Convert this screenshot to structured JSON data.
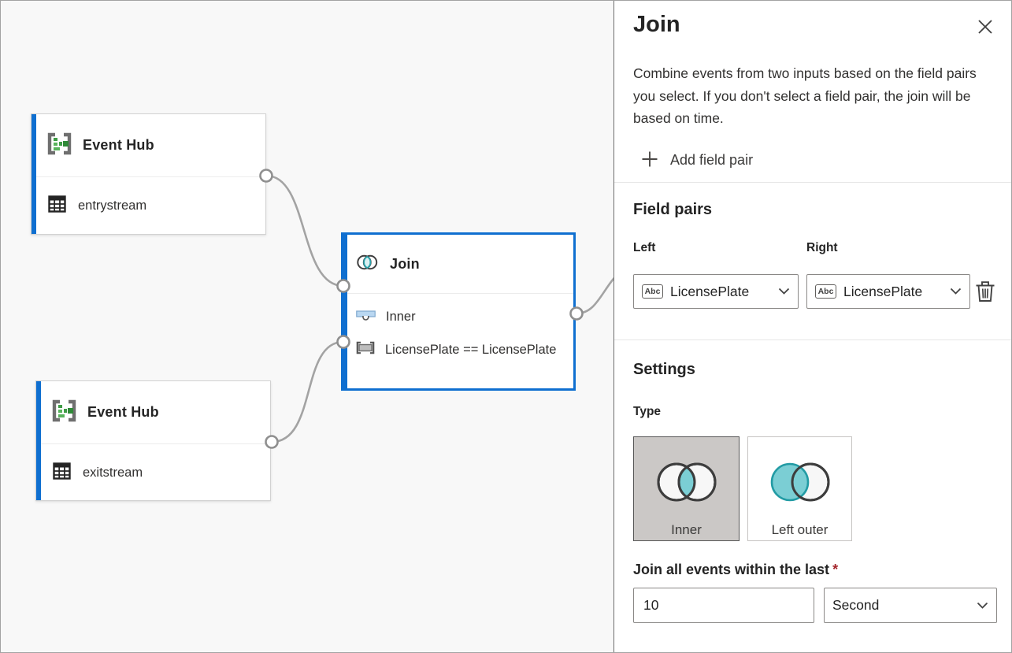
{
  "canvas": {
    "nodes": {
      "event_hub_top": {
        "type_label": "Event Hub",
        "stream_name": "entrystream"
      },
      "event_hub_bottom": {
        "type_label": "Event Hub",
        "stream_name": "exitstream"
      },
      "join": {
        "type_label": "Join",
        "join_type": "Inner",
        "condition": "LicensePlate == LicensePlate"
      }
    }
  },
  "panel": {
    "title": "Join",
    "description": "Combine events from two inputs based on the field pairs you select. If you don't select a field pair, the join will be based on time.",
    "add_field_pair_label": "Add field pair",
    "field_pairs": {
      "heading": "Field pairs",
      "left_label": "Left",
      "right_label": "Right",
      "left_value": "LicensePlate",
      "right_value": "LicensePlate",
      "field_type_badge": "Abc"
    },
    "settings": {
      "heading": "Settings",
      "type_label": "Type",
      "options": [
        {
          "label": "Inner",
          "selected": true
        },
        {
          "label": "Left outer",
          "selected": false
        }
      ],
      "window_label": "Join all events within the last",
      "required_marker": "*",
      "window_value": "10",
      "window_unit": "Second"
    },
    "colors": {
      "accent_blue": "#0f6fd0",
      "teal_fill": "#7bced4",
      "teal_stroke": "#229ba4",
      "required_red": "#a4262c",
      "selected_card_bg": "#cbc8c6",
      "connector_gray": "#a3a3a3"
    }
  }
}
